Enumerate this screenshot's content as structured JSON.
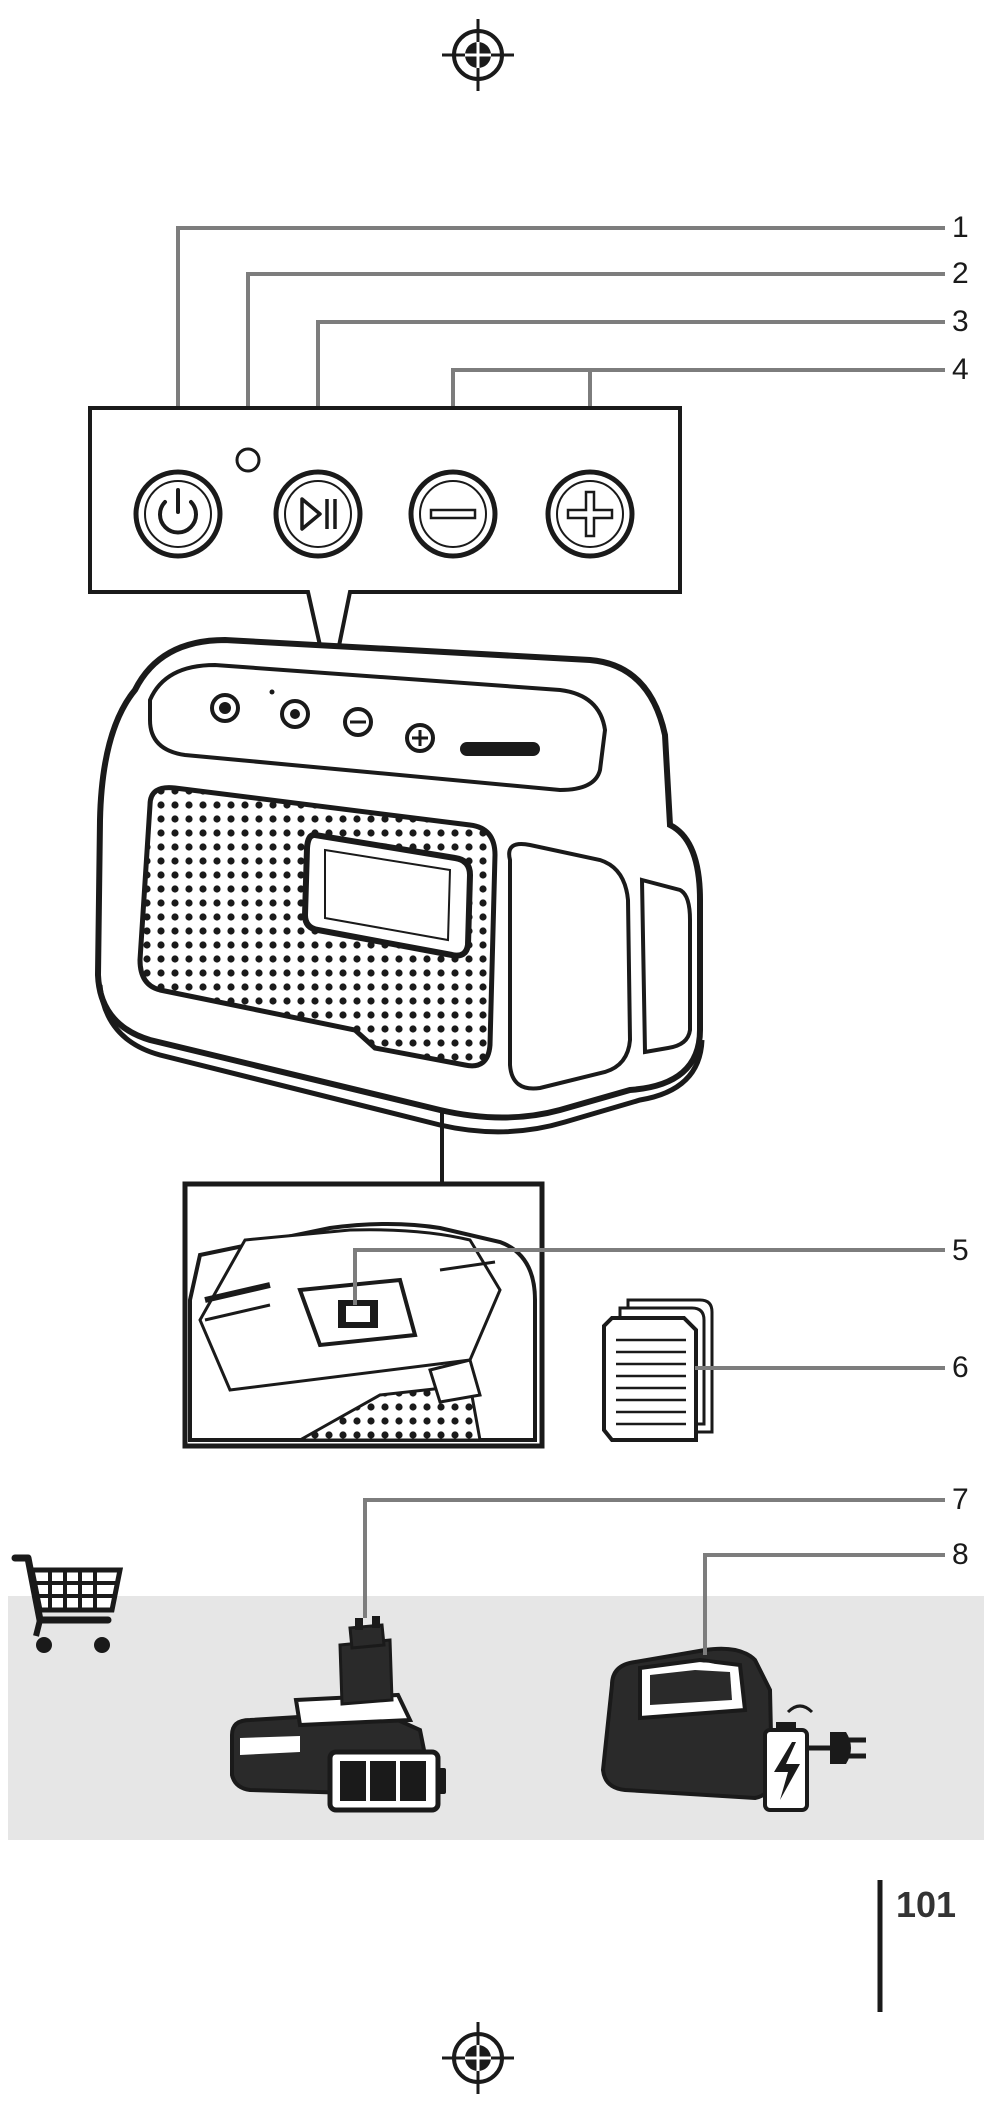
{
  "callouts": [
    {
      "label": "1",
      "target": "power button"
    },
    {
      "label": "2",
      "target": "indicator light"
    },
    {
      "label": "3",
      "target": "play / pause button"
    },
    {
      "label": "4",
      "target": "volume buttons"
    },
    {
      "label": "5",
      "target": "battery port"
    },
    {
      "label": "6",
      "target": "manual"
    },
    {
      "label": "7",
      "target": "battery"
    },
    {
      "label": "8",
      "target": "charger"
    }
  ],
  "page_number": "101",
  "colors": {
    "ink": "#1a1a1a",
    "leader": "#7d7d7d",
    "accessory_band": "#e6e6e6",
    "paper": "#ffffff"
  },
  "icons": [
    "registration-mark-icon",
    "power-icon",
    "play-pause-icon",
    "minus-icon",
    "plus-icon",
    "shopping-cart-icon",
    "manual-icon",
    "battery-level-icon",
    "charging-icon",
    "plug-icon"
  ]
}
